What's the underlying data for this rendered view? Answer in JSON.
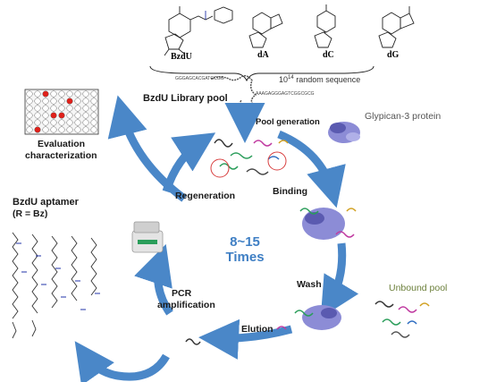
{
  "nucleotides": {
    "bzdu": "BzdU",
    "da": "dA",
    "dc": "dC",
    "dg": "dG"
  },
  "library": {
    "sequence_count_base": "10",
    "sequence_count_exp": "14",
    "sequence_label": " random sequence",
    "pool_label": "BzdU Library pool",
    "seq_left": "GGGAGCACGATGCGG",
    "seq_right": "AAAGAGGGAGTCGGCGCG"
  },
  "steps": {
    "pool_generation": "Pool generation",
    "binding": "Binding",
    "wash": "Wash",
    "elution": "Elution",
    "pcr_line1": "PCR",
    "pcr_line2": "amplification",
    "regeneration": "Regeneration"
  },
  "target": {
    "protein": "Glypican-3 protein",
    "unbound": "Unbound pool"
  },
  "evaluation": {
    "line1": "Evaluation",
    "line2": "characterization"
  },
  "aptamer": {
    "title": "BzdU aptamer",
    "subtitle": "(R = Bz)"
  },
  "cycles": {
    "range": "8~15",
    "unit": "Times"
  },
  "colors": {
    "arrow": "#4a87c8",
    "red_dot": "#e0201a",
    "center_text": "#3f7fc4"
  }
}
